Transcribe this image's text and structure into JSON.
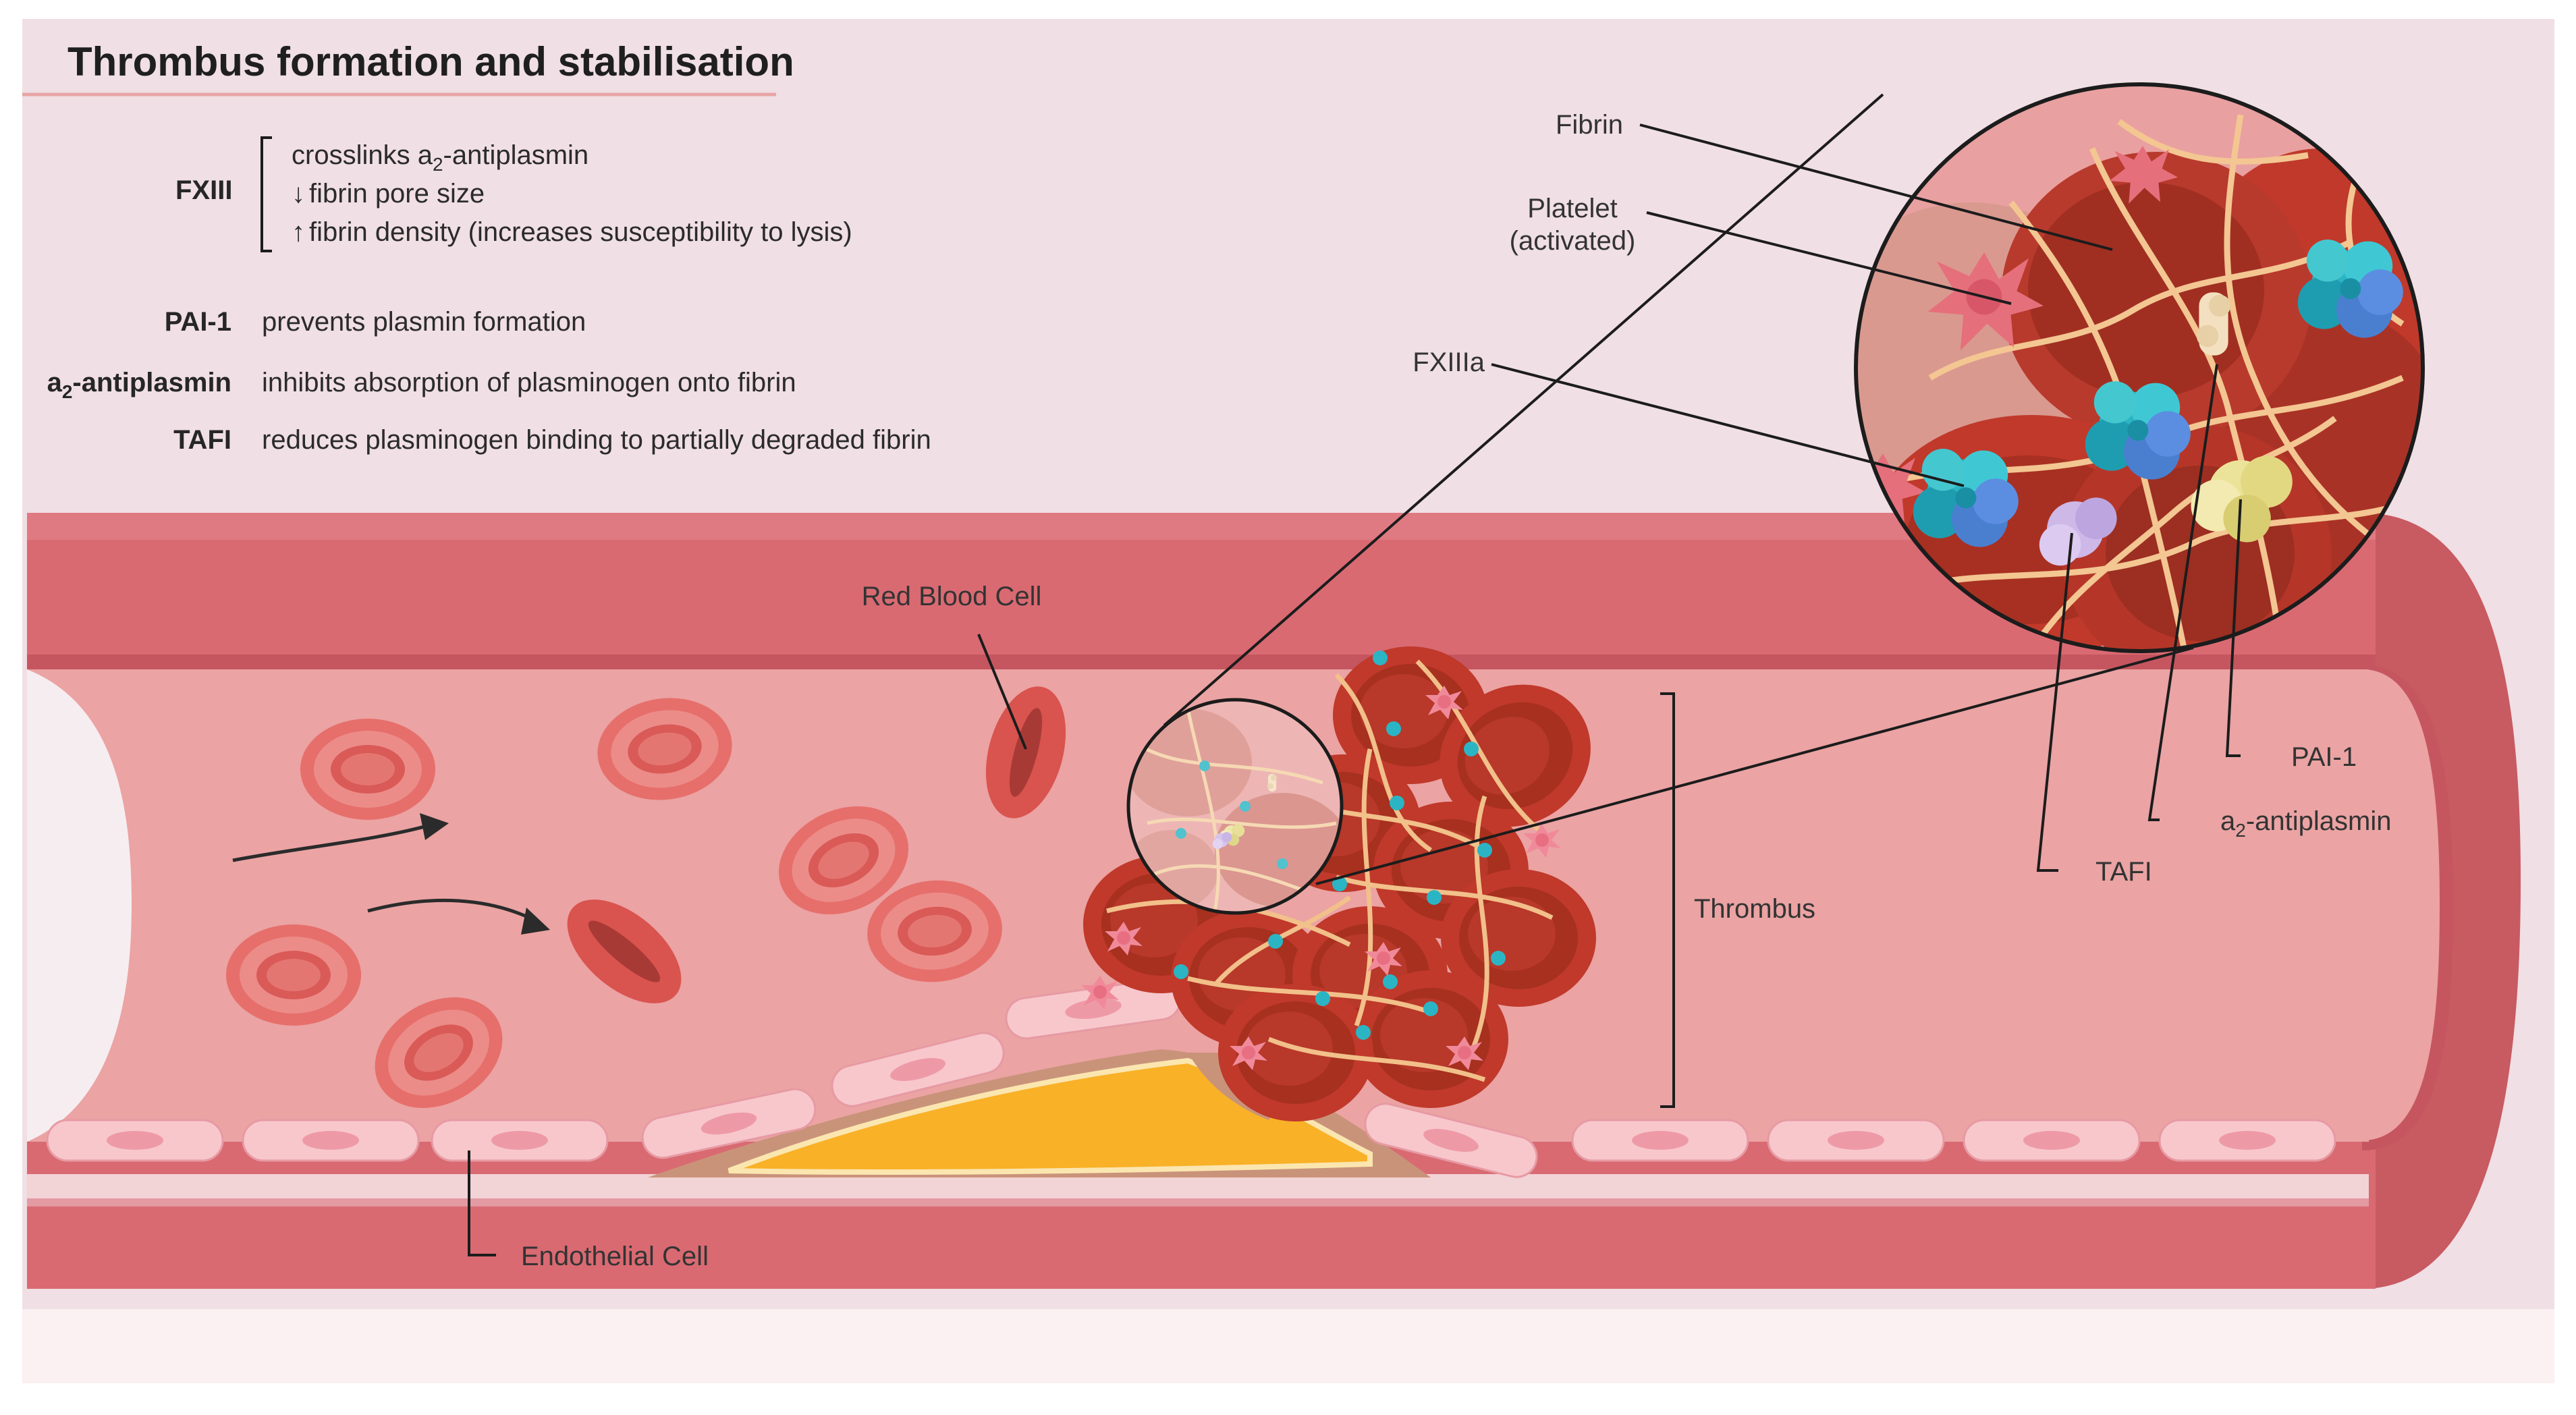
{
  "title": "Thrombus formation and stabilisation",
  "legend": {
    "fxiii": {
      "key": "FXIII",
      "lines": [
        {
          "pre": "crosslinks a",
          "sub": "2",
          "post": "-antiplasmin"
        },
        {
          "arrow": "↓",
          "text": "fibrin pore size"
        },
        {
          "arrow": "↑",
          "text": "fibrin density (increases susceptibility to lysis)"
        }
      ]
    },
    "pai1": {
      "key": "PAI-1",
      "text": "prevents plasmin formation"
    },
    "a2": {
      "key_pre": "a",
      "key_sub": "2",
      "key_post": "-antiplasmin",
      "text": "inhibits absorption of plasminogen onto fibrin"
    },
    "tafi": {
      "key": "TAFI",
      "text": "reduces plasminogen binding to partially degraded fibrin"
    }
  },
  "labels": {
    "fibrin": "Fibrin",
    "platelet_1": "Platelet",
    "platelet_2": "(activated)",
    "fxiiia": "FXIIIa",
    "red_blood_cell": "Red Blood Cell",
    "thrombus": "Thrombus",
    "endothelial_cell": "Endothelial Cell",
    "pai1": "PAI-1",
    "a2_pre": "a",
    "a2_sub": "2",
    "a2_post": "-antiplasmin",
    "tafi": "TAFI"
  },
  "colors": {
    "background": "#f0dfe4",
    "vessel_wall": "#d96a72",
    "lumen": "#eba3a3",
    "rbc": "#e66f6b",
    "thrombus_rbc": "#c0392b",
    "fibrin": "#f2c08a",
    "plaque": "#f9b128",
    "fxiiia_protein": "#2bb5c4",
    "pai1_protein": "#ece39a",
    "a2_antiplasmin_protein": "#f3e0c0",
    "tafi_protein": "#cdb8e8"
  }
}
